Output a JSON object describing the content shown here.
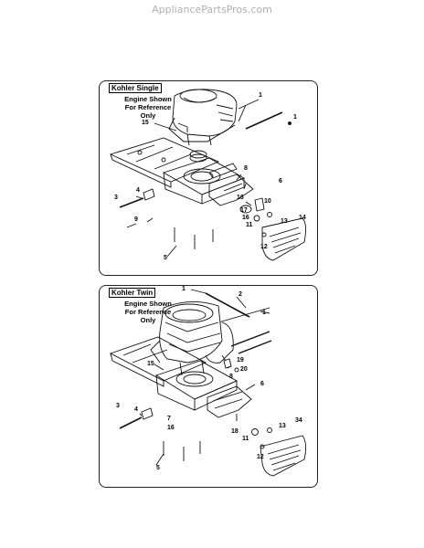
{
  "watermark": "AppliancePartsPros.com",
  "single": {
    "title": "Kohler Single",
    "note": [
      "Engine Shown",
      "For Reference",
      "Only"
    ],
    "callouts": [
      "1",
      "1",
      "15",
      "16",
      "17",
      "8",
      "6",
      "10",
      "3",
      "4",
      "9",
      "16",
      "11",
      "13",
      "14",
      "12",
      "5"
    ]
  },
  "twin": {
    "title": "Kohler Twin",
    "note": [
      "Engine Shown",
      "For Reference",
      "Only"
    ],
    "callouts": [
      "1",
      "2",
      "1",
      "19",
      "20",
      "15",
      "8",
      "6",
      "3",
      "4",
      "7",
      "18",
      "16",
      "11",
      "13",
      "34",
      "12",
      "5"
    ]
  }
}
